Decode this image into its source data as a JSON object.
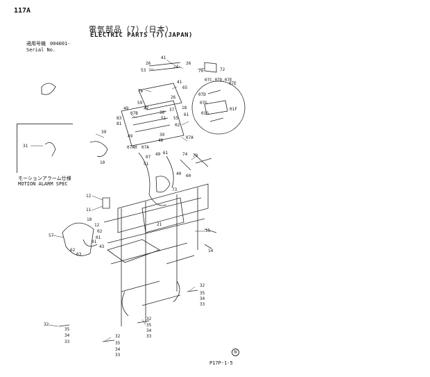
{
  "header": {
    "page_id": "117A",
    "title_jp": "電気部品（7）（日本）",
    "title_en": "ELECTRIC PARTS (7)(JAPAN)",
    "serial_label_jp": "適用号機",
    "serial_value": "004001-",
    "serial_label_en": "Serial No."
  },
  "inset": {
    "caption_jp": "モーションアラーム仕様",
    "caption_en": "MOTION ALARM SPEC"
  },
  "footer": {
    "sheet_code": "P17P-1-5",
    "circle_mark": "N"
  },
  "callouts": [
    "26",
    "41",
    "53",
    "24",
    "26",
    "70",
    "72",
    "76",
    "65",
    "41",
    "59",
    "26",
    "30",
    "37",
    "18",
    "07C,07D,07E",
    "07E",
    "07D",
    "07G",
    "01G",
    "01F",
    "47",
    "61",
    "55",
    "51",
    "02",
    "49",
    "07B",
    "83",
    "81",
    "39",
    "39",
    "48",
    "49",
    "07A",
    "07AH",
    "07A",
    "79",
    "10",
    "07",
    "49",
    "74",
    "61",
    "51",
    "60",
    "40",
    "73",
    "12",
    "11",
    "18",
    "12",
    "21",
    "15",
    "57",
    "02",
    "01",
    "01",
    "43",
    "62",
    "63",
    "14",
    "32",
    "35",
    "34",
    "33",
    "32",
    "35",
    "34",
    "33",
    "32",
    "35",
    "34",
    "33",
    "32",
    "35",
    "34",
    "33",
    "31"
  ]
}
